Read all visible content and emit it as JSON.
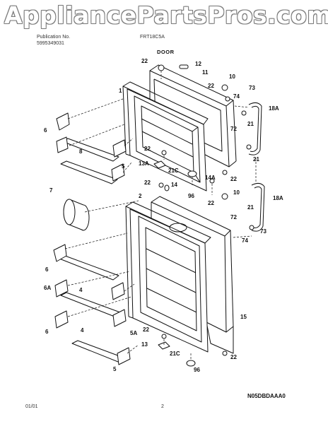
{
  "watermark": "AppliancePartsPros.com",
  "header": {
    "publication_label": "Publication No.",
    "publication_number": "5995349031",
    "model": "FRT18C5A",
    "section": "DOOR"
  },
  "footer": {
    "date": "01/01",
    "page": "2",
    "diagram_code": "N05DBDAAA0"
  },
  "part_labels": {
    "p22a": "22",
    "p12": "12",
    "p11": "11",
    "p10a": "10",
    "p22b": "22",
    "p74a": "74",
    "p73a": "73",
    "p18Aa": "18A",
    "p1": "1",
    "p72a": "72",
    "p21a": "21",
    "p6a": "6",
    "p8": "8",
    "p22c": "22",
    "p13A": "13A",
    "p21Ca": "21C",
    "p21b": "21",
    "p5a": "5",
    "p22d": "22",
    "p14": "14",
    "p14A": "14A",
    "p96a": "96",
    "p22e": "22",
    "p7": "7",
    "p2": "2",
    "p10b": "10",
    "p22f": "22",
    "p18Ab": "18A",
    "p21c": "21",
    "p72b": "72",
    "p73b": "73",
    "p74b": "74",
    "p6b": "6",
    "p4a": "4",
    "p6A": "6A",
    "p15": "15",
    "p6c": "6",
    "p4b": "4",
    "p5A": "5A",
    "p22g": "22",
    "p13": "13",
    "p21Cb": "21C",
    "p22h": "22",
    "p96b": "96",
    "p5b": "5"
  }
}
